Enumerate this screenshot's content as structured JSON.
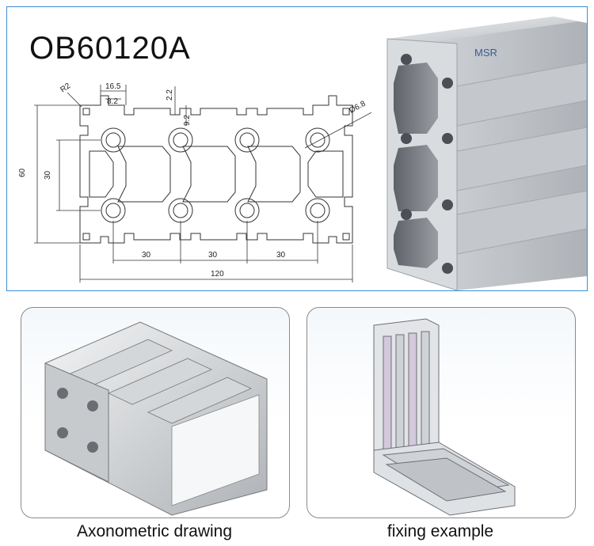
{
  "title": "OB60120A",
  "brand": "MSR",
  "dimensions": {
    "slot_width": "16.5",
    "slot_opening": "8.2",
    "wall": "2.2",
    "depth": "9.2",
    "radius": "R2",
    "bore": "Ø6.8",
    "height": "60",
    "inner_height": "30",
    "pitch_1": "30",
    "pitch_2": "30",
    "pitch_3": "30",
    "width": "120"
  },
  "captions": {
    "left": "Axonometric drawing",
    "right": "fixing example"
  },
  "colors": {
    "frame_border": "#3a8fd8",
    "card_border": "#8a8a8a",
    "metal": "#c9ccd0"
  }
}
